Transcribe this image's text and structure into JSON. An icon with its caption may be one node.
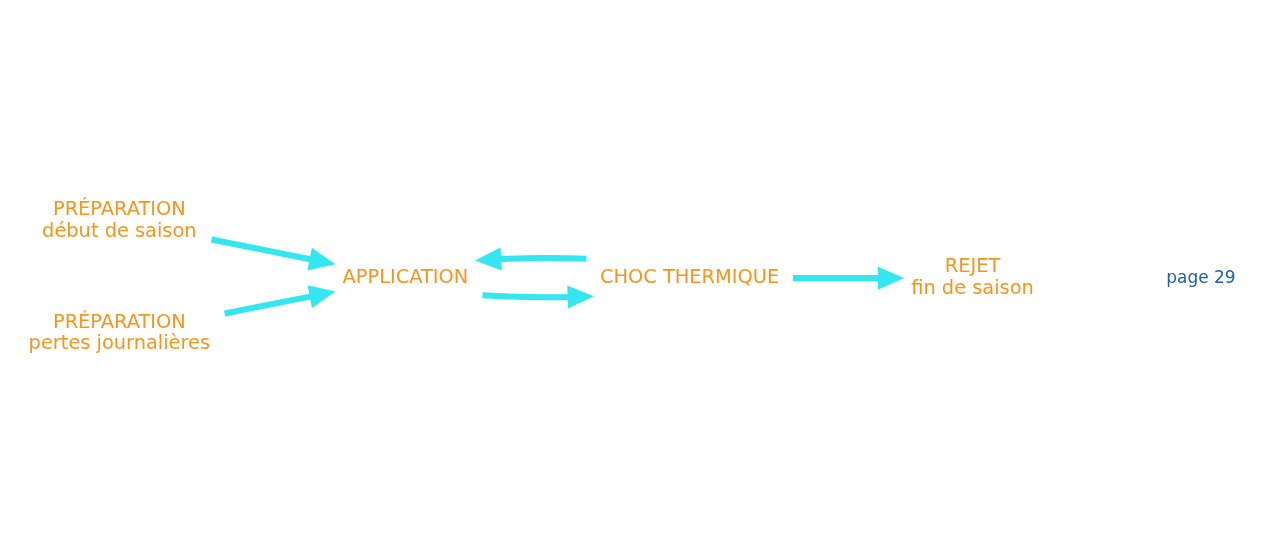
{
  "diagram": {
    "nodes": [
      {
        "text": [
          "PRÉPARATION",
          "début de saison"
        ]
      },
      {
        "text": [
          "PRÉPARATION",
          "pertes journalières"
        ]
      },
      {
        "text": [
          "APPLICATION"
        ]
      },
      {
        "text": [
          "CHOC THERMIQUE"
        ]
      },
      {
        "text": [
          "REJET",
          "fin de saison"
        ]
      }
    ],
    "edges": [
      {
        "from": 0,
        "to": 2,
        "arrow": "to"
      },
      {
        "from": 1,
        "to": 2,
        "arrow": "to"
      },
      {
        "from": 2,
        "to": 3,
        "arrow": "to"
      },
      {
        "from": 3,
        "to": 2,
        "arrow": "to"
      },
      {
        "from": 3,
        "to": 4,
        "arrow": "to"
      }
    ],
    "labels": [
      "page 29"
    ]
  }
}
